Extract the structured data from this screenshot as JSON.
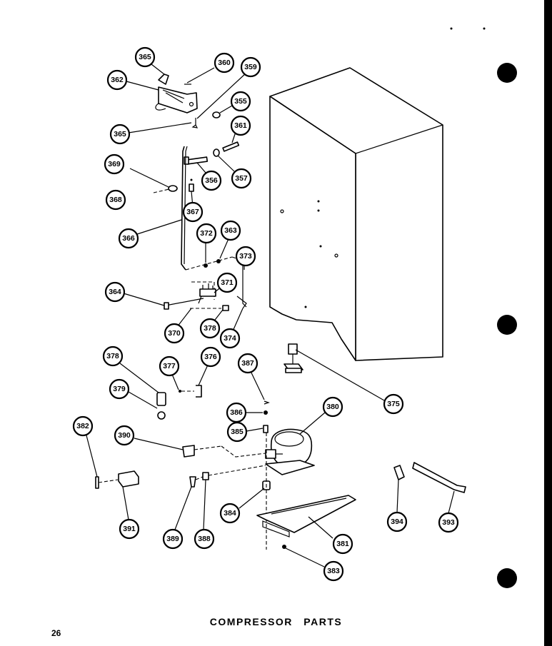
{
  "title": "COMPRESSOR PARTS",
  "page_number": "26",
  "callouts": [
    {
      "id": "c-365a",
      "label": "365"
    },
    {
      "id": "c-360",
      "label": "360"
    },
    {
      "id": "c-359",
      "label": "359"
    },
    {
      "id": "c-362",
      "label": "362"
    },
    {
      "id": "c-355",
      "label": "355"
    },
    {
      "id": "c-365b",
      "label": "365"
    },
    {
      "id": "c-361",
      "label": "361"
    },
    {
      "id": "c-369",
      "label": "369"
    },
    {
      "id": "c-356",
      "label": "356"
    },
    {
      "id": "c-357",
      "label": "357"
    },
    {
      "id": "c-368",
      "label": "368"
    },
    {
      "id": "c-367",
      "label": "367"
    },
    {
      "id": "c-366",
      "label": "366"
    },
    {
      "id": "c-372",
      "label": "372"
    },
    {
      "id": "c-363",
      "label": "363"
    },
    {
      "id": "c-373",
      "label": "373"
    },
    {
      "id": "c-364",
      "label": "364"
    },
    {
      "id": "c-371",
      "label": "371"
    },
    {
      "id": "c-370",
      "label": "370"
    },
    {
      "id": "c-378a",
      "label": "378"
    },
    {
      "id": "c-374",
      "label": "374"
    },
    {
      "id": "c-378b",
      "label": "378"
    },
    {
      "id": "c-377",
      "label": "377"
    },
    {
      "id": "c-376",
      "label": "376"
    },
    {
      "id": "c-387",
      "label": "387"
    },
    {
      "id": "c-375",
      "label": "375"
    },
    {
      "id": "c-379",
      "label": "379"
    },
    {
      "id": "c-386",
      "label": "386"
    },
    {
      "id": "c-380",
      "label": "380"
    },
    {
      "id": "c-382",
      "label": "382"
    },
    {
      "id": "c-385",
      "label": "385"
    },
    {
      "id": "c-390",
      "label": "390"
    },
    {
      "id": "c-384",
      "label": "384"
    },
    {
      "id": "c-394",
      "label": "394"
    },
    {
      "id": "c-393",
      "label": "393"
    },
    {
      "id": "c-391a",
      "label": "391"
    },
    {
      "id": "c-389",
      "label": "389"
    },
    {
      "id": "c-388",
      "label": "388"
    },
    {
      "id": "c-381",
      "label": "381"
    },
    {
      "id": "c-383",
      "label": "383"
    }
  ]
}
